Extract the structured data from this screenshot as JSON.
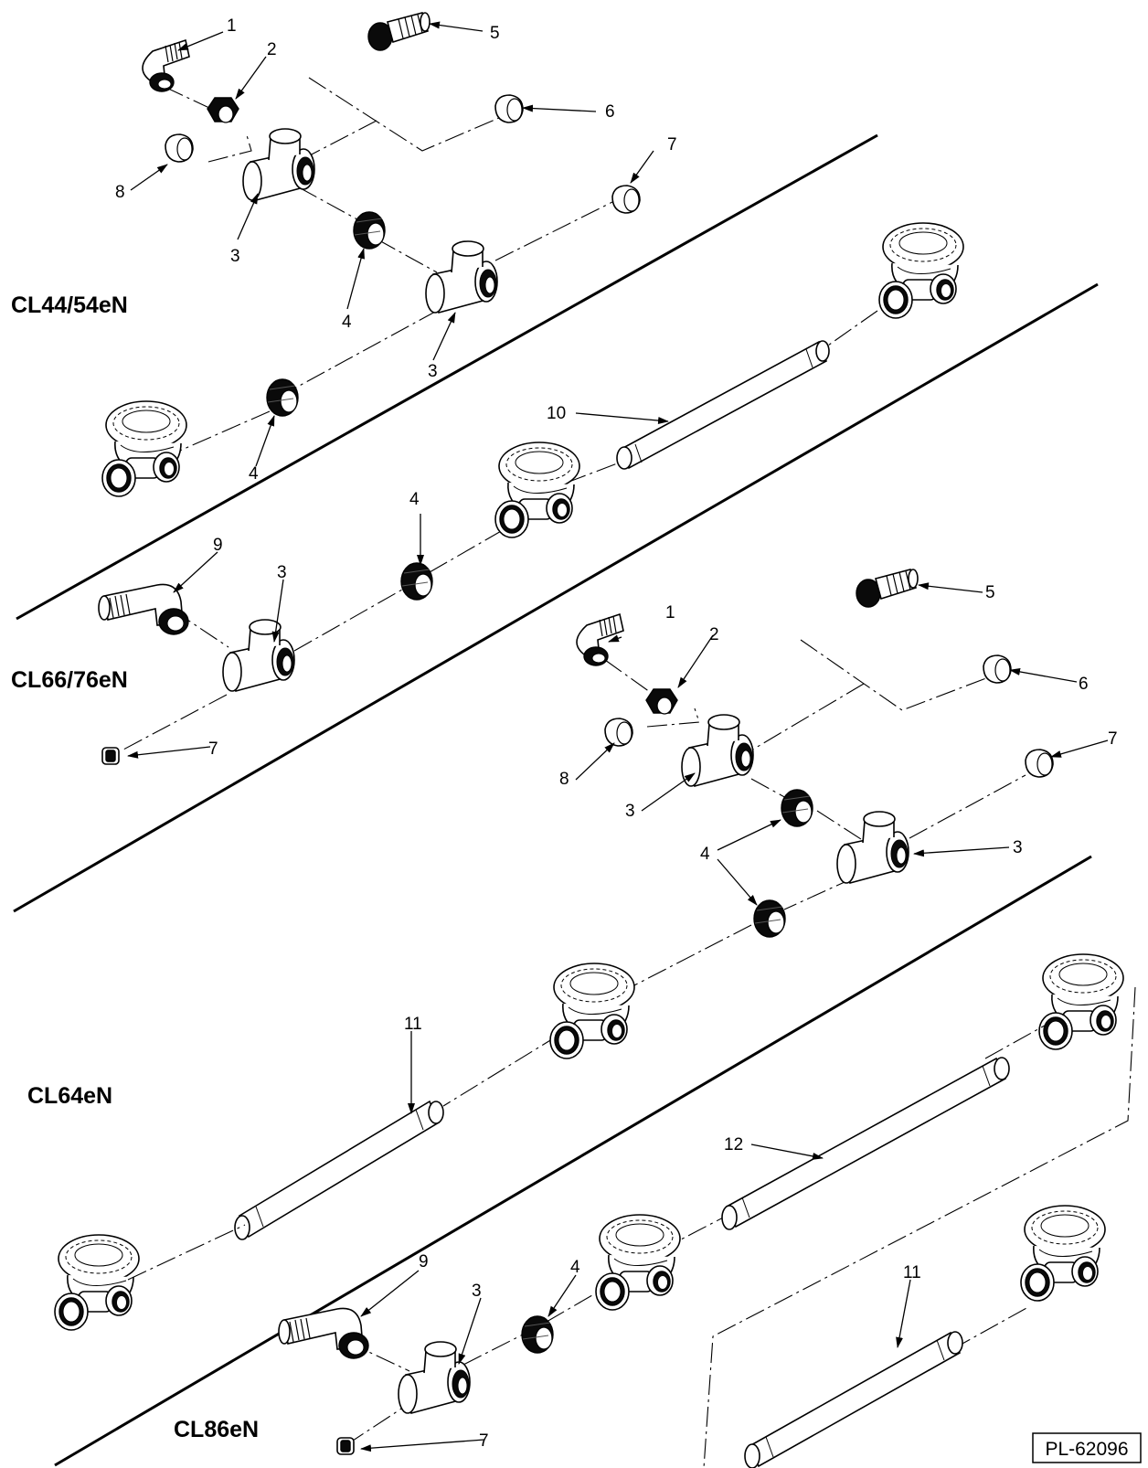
{
  "sections": [
    {
      "label": "CL44/54eN"
    },
    {
      "label": "CL66/76eN"
    },
    {
      "label": "CL64eN"
    },
    {
      "label": "CL86eN"
    }
  ],
  "reference_code": "PL-62096",
  "callouts": {
    "one": "1",
    "two": "2",
    "three": "3",
    "four": "4",
    "five": "5",
    "six": "6",
    "seven": "7",
    "eight": "8",
    "nine": "9",
    "ten": "10",
    "eleven": "11",
    "twelve": "12"
  }
}
